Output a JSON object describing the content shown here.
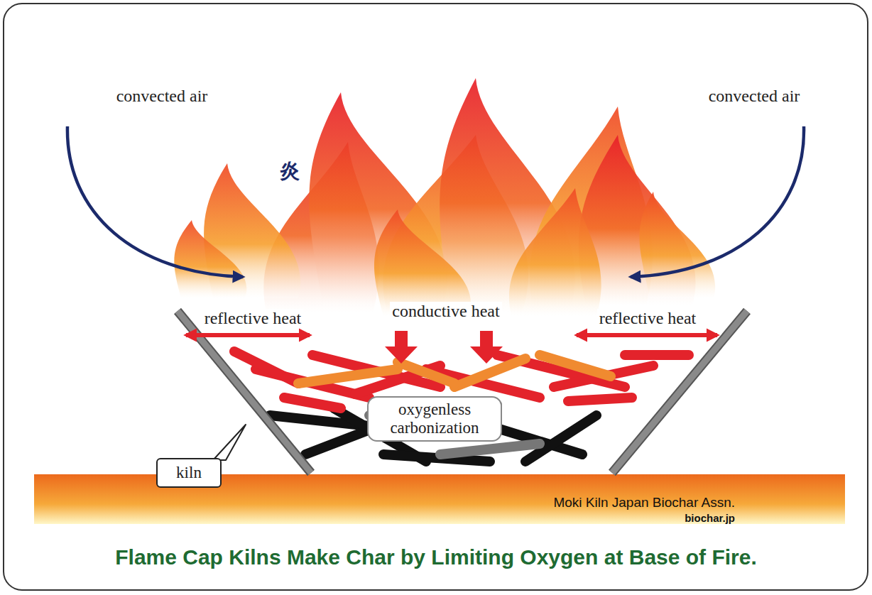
{
  "diagram": {
    "caption": "Flame Cap Kilns Make Char by Limiting Oxygen at Base of Fire.",
    "nodes": [
      {
        "text": [
          "oxygenless carbonization"
        ]
      },
      {
        "text": [
          "kiln"
        ]
      }
    ],
    "labels": [
      "convected air",
      "convected air",
      "炎",
      "reflective heat",
      "conductive heat",
      "reflective heat",
      "Moki Kiln Japan Biochar Assn.",
      "biochar.jp"
    ]
  }
}
